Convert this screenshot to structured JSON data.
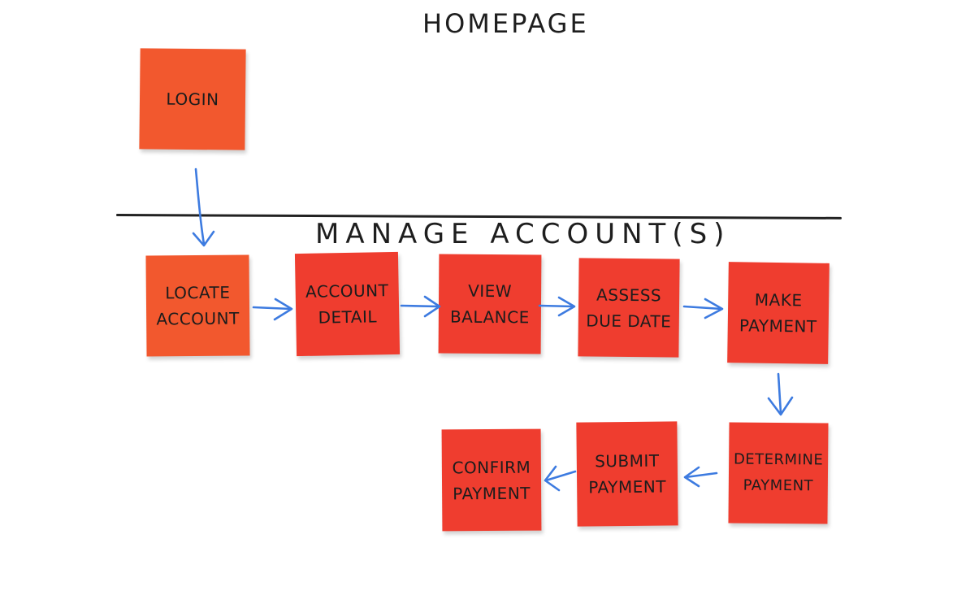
{
  "titles": {
    "homepage": "HOMEPAGE",
    "section": "MANAGE ACCOUNT(S)"
  },
  "colors": {
    "note_orange": "#f2582e",
    "note_red": "#ef3d2f",
    "arrow": "#3d7be0",
    "ink": "#1c1c1c"
  },
  "notes": {
    "login": "LOGIN",
    "locate_account": [
      "LOCATE",
      "ACCOUNT"
    ],
    "account_detail": [
      "ACCOUNT",
      "DETAIL"
    ],
    "view_balance": [
      "VIEW",
      "BALANCE"
    ],
    "assess_due_date": [
      "ASSESS",
      "DUE DATE"
    ],
    "make_payment": [
      "MAKE",
      "PAYMENT"
    ],
    "determine_payment": [
      "DETERMINE",
      "PAYMENT"
    ],
    "submit_payment": [
      "SUBMIT",
      "PAYMENT"
    ],
    "confirm_payment": [
      "CONFIRM",
      "PAYMENT"
    ]
  }
}
